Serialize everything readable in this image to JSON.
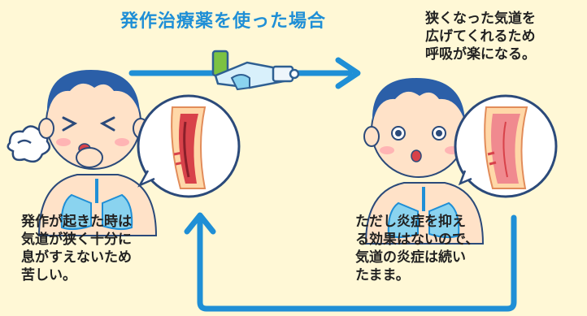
{
  "title": "発作治療薬を使った場合",
  "top_right_note": [
    "狭くなった気道を",
    "広げてくれるため",
    "呼吸が楽になる。"
  ],
  "bottom_left_note": [
    "発作が起きた時は",
    "気道が狭く十分に",
    "息がすえないため",
    "苦しい。"
  ],
  "bottom_right_note": [
    "ただし炎症を抑え",
    "る効果はないので、",
    "気道の炎症は続い",
    "たまま。"
  ],
  "colors": {
    "background": "#fff8d6",
    "accent_blue": "#1f8fd6",
    "hair": "#2b5fa8",
    "skin": "#ffe2c8",
    "inflamed": "#d8424a",
    "lung": "#8ad3ef"
  }
}
